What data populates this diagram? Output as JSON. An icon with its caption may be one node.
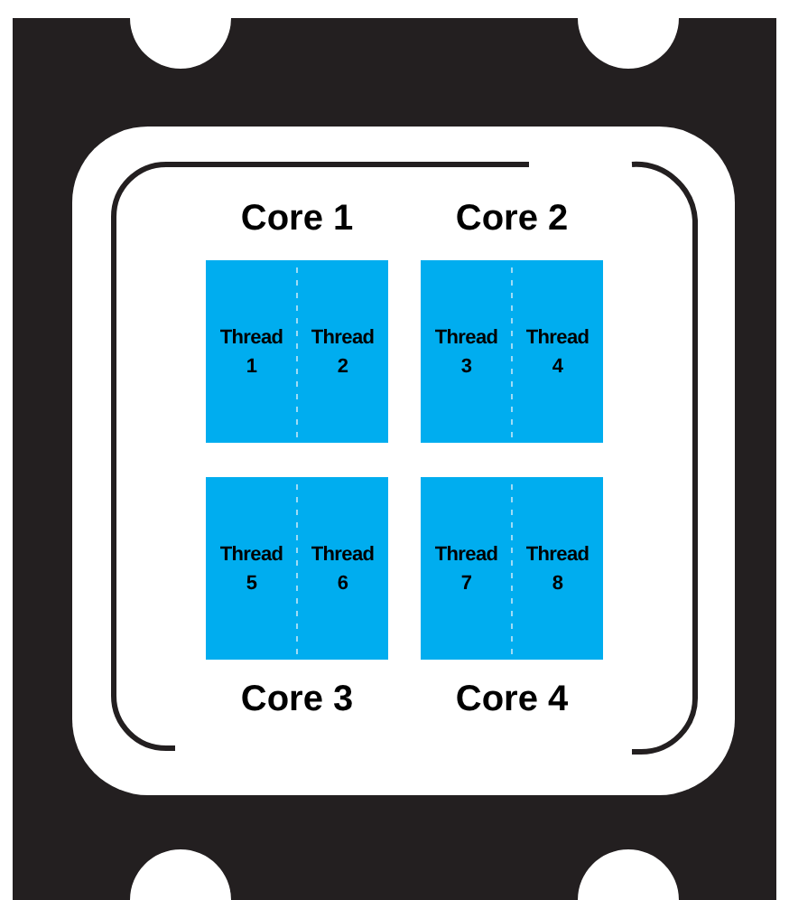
{
  "diagram": {
    "nodes": [
      {
        "text": [
          "Core 1"
        ]
      },
      {
        "text": [
          "Thread 1"
        ],
        "in": 0
      },
      {
        "text": [
          "Thread 2"
        ],
        "in": 0
      },
      {
        "text": [
          "Core 2"
        ]
      },
      {
        "text": [
          "Thread 3"
        ],
        "in": 3
      },
      {
        "text": [
          "Thread 4"
        ],
        "in": 3
      },
      {
        "text": [
          "Core 3"
        ]
      },
      {
        "text": [
          "Thread 5"
        ],
        "in": 6
      },
      {
        "text": [
          "Thread 6"
        ],
        "in": 6
      },
      {
        "text": [
          "Core 4"
        ]
      },
      {
        "text": [
          "Thread 7"
        ],
        "in": 9
      },
      {
        "text": [
          "Thread 8"
        ],
        "in": 9
      }
    ]
  }
}
